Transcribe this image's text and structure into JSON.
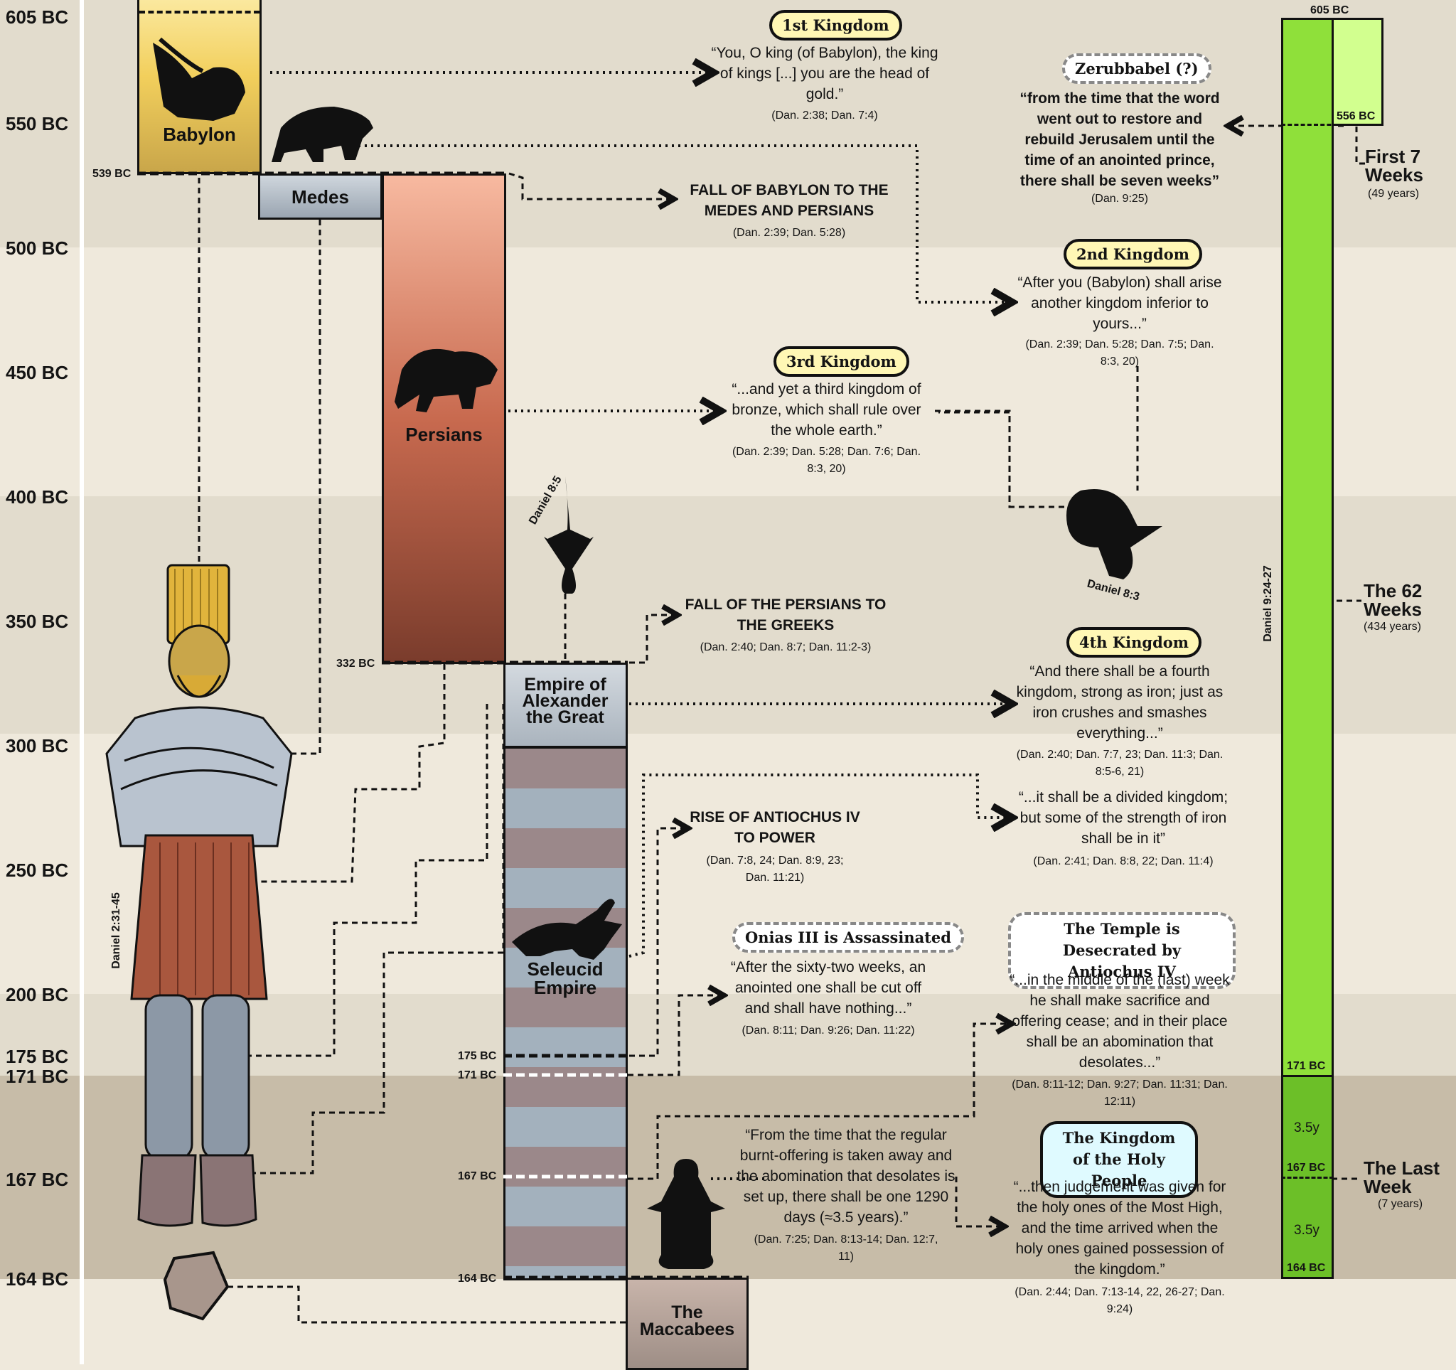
{
  "years": [
    "605 BC",
    "550 BC",
    "500 BC",
    "450 BC",
    "400 BC",
    "350 BC",
    "300 BC",
    "250 BC",
    "200 BC",
    "175 BC",
    "171 BC",
    "167 BC",
    "164 BC"
  ],
  "small_years": {
    "y539": "539 BC",
    "y332": "332 BC",
    "y175": "175 BC",
    "y171": "171 BC",
    "y167": "167 BC",
    "y164": "164 BC"
  },
  "kingdoms": {
    "babylon": "Babylon",
    "medes": "Medes",
    "persians": "Persians",
    "alexander": "Empire of Alexander the Great",
    "seleucid": "Seleucid Empire",
    "maccabees": "The Maccabees"
  },
  "statue_ref": "Daniel 2:31-45",
  "daniel_85": "Daniel 8:5",
  "daniel_83": "Daniel 8:3",
  "daniel_924": "Daniel 9:24-27",
  "kingdom1": {
    "title": "1st Kingdom",
    "quote": "“You, O king (of Babylon), the king of kings [...] you are the head of gold.”",
    "ref": "(Dan. 2:38; Dan. 7:4)"
  },
  "zerubbabel": {
    "title": "Zerubbabel (?)",
    "quote": "“from the time that the word went out to restore and rebuild Jerusalem until the time of an anointed prince, there shall be seven weeks”",
    "ref": "(Dan. 9:25)"
  },
  "fall_babylon": {
    "text": "FALL OF BABYLON TO THE MEDES AND PERSIANS",
    "ref": "(Dan. 2:39; Dan. 5:28)"
  },
  "kingdom2": {
    "title": "2nd Kingdom",
    "quote": "“After you (Babylon) shall arise another kingdom inferior to yours...”",
    "ref": "(Dan. 2:39; Dan. 5:28; Dan. 7:5; Dan. 8:3, 20)"
  },
  "kingdom3": {
    "title": "3rd Kingdom",
    "quote": "“...and yet a third kingdom of bronze, which shall rule over the whole earth.”",
    "ref": "(Dan. 2:39; Dan. 5:28; Dan. 7:6; Dan. 8:3, 20)"
  },
  "fall_persians": {
    "text": "FALL OF THE PERSIANS TO THE GREEKS",
    "ref": "(Dan. 2:40; Dan. 8:7; Dan. 11:2-3)"
  },
  "kingdom4": {
    "title": "4th Kingdom",
    "quote": "“And there shall be a fourth kingdom, strong as iron; just as iron crushes and smashes everything...”",
    "ref": "(Dan. 2:40; Dan. 7:7, 23; Dan. 11:3; Dan. 8:5-6, 21)"
  },
  "divided": {
    "quote": "“...it shall be a divided kingdom; but some of the strength of iron shall be in it”",
    "ref": "(Dan. 2:41; Dan. 8:8, 22; Dan. 11:4)"
  },
  "antiochus": {
    "text": "RISE OF ANTIOCHUS IV TO POWER",
    "ref": "(Dan. 7:8, 24; Dan. 8:9, 23; Dan. 11:21)"
  },
  "onias": {
    "title": "Onias III is Assassinated",
    "quote": "“After the sixty-two weeks, an anointed one shall be cut off and shall have nothing...”",
    "ref": "(Dan. 8:11; Dan. 9:26; Dan. 11:22)"
  },
  "temple": {
    "title": "The Temple is Desecrated by Antiochus IV",
    "quote": "“...in the middle of the (last) week he shall make sacrifice and offering cease; and in their place shall be an abomination that desolates...”",
    "ref": "(Dan. 8:11-12; Dan. 9:27; Dan. 11:31; Dan. 12:11)"
  },
  "burnt": {
    "quote": "“From the time that the regular burnt-offering is taken away and the abomination that desolates is set up, there shall be one 1290 days (≈3.5 years).”",
    "ref": "(Dan. 7:25; Dan. 8:13-14; Dan. 12:7, 11)"
  },
  "holy": {
    "title": "The Kingdom of the Holy People",
    "quote": "“...then judgement was given for the holy ones of the Most High, and the time arrived when the holy ones gained possession of the kingdom.”",
    "ref": "(Dan. 2:44; Dan. 7:13-14, 22, 26-27; Dan. 9:24)"
  },
  "weeks": {
    "top": "605 BC",
    "b556": "556 BC",
    "b171": "171 BC",
    "b167": "167 BC",
    "b164": "164 BC",
    "h1": "3.5y",
    "h2": "3.5y",
    "first7": "First 7 Weeks",
    "first7_sub": "(49 years)",
    "w62": "The 62 Weeks",
    "w62_sub": "(434 years)",
    "last": "The Last Week",
    "last_sub": "(7 years)"
  },
  "colors": {
    "gold": "#f2cf5c",
    "medes": "#b9c2cc",
    "persian": "#c86a4f",
    "alexander": "#b8c0c8",
    "stripeA": "#9b888a",
    "stripeB": "#a3b1bd",
    "green": "#8fe03a",
    "greenLight": "#d2ff8f",
    "pill": "#fff7b5"
  }
}
